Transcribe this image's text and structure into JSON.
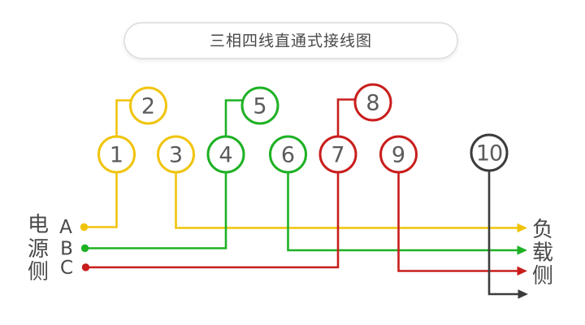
{
  "title": "三相四线直通式接线图",
  "source_side": {
    "label_chars": [
      "电",
      "源",
      "侧"
    ],
    "phases": [
      "A",
      "B",
      "C"
    ]
  },
  "load_side": {
    "label_chars": [
      "负",
      "载",
      "侧"
    ]
  },
  "terminals": [
    {
      "number": "1",
      "phase": "A"
    },
    {
      "number": "2",
      "phase": "A"
    },
    {
      "number": "3",
      "phase": "A"
    },
    {
      "number": "4",
      "phase": "B"
    },
    {
      "number": "5",
      "phase": "B"
    },
    {
      "number": "6",
      "phase": "B"
    },
    {
      "number": "7",
      "phase": "C"
    },
    {
      "number": "8",
      "phase": "C"
    },
    {
      "number": "9",
      "phase": "C"
    },
    {
      "number": "10",
      "phase": "N"
    }
  ],
  "colors": {
    "phase_a": "#F0C40C",
    "phase_b": "#1EB124",
    "phase_c": "#C81E1C",
    "neutral": "#3C3C3C",
    "label_text": "#484848",
    "terminal_number": "#5B5B5B",
    "pill_border": "#DBDBDB"
  }
}
